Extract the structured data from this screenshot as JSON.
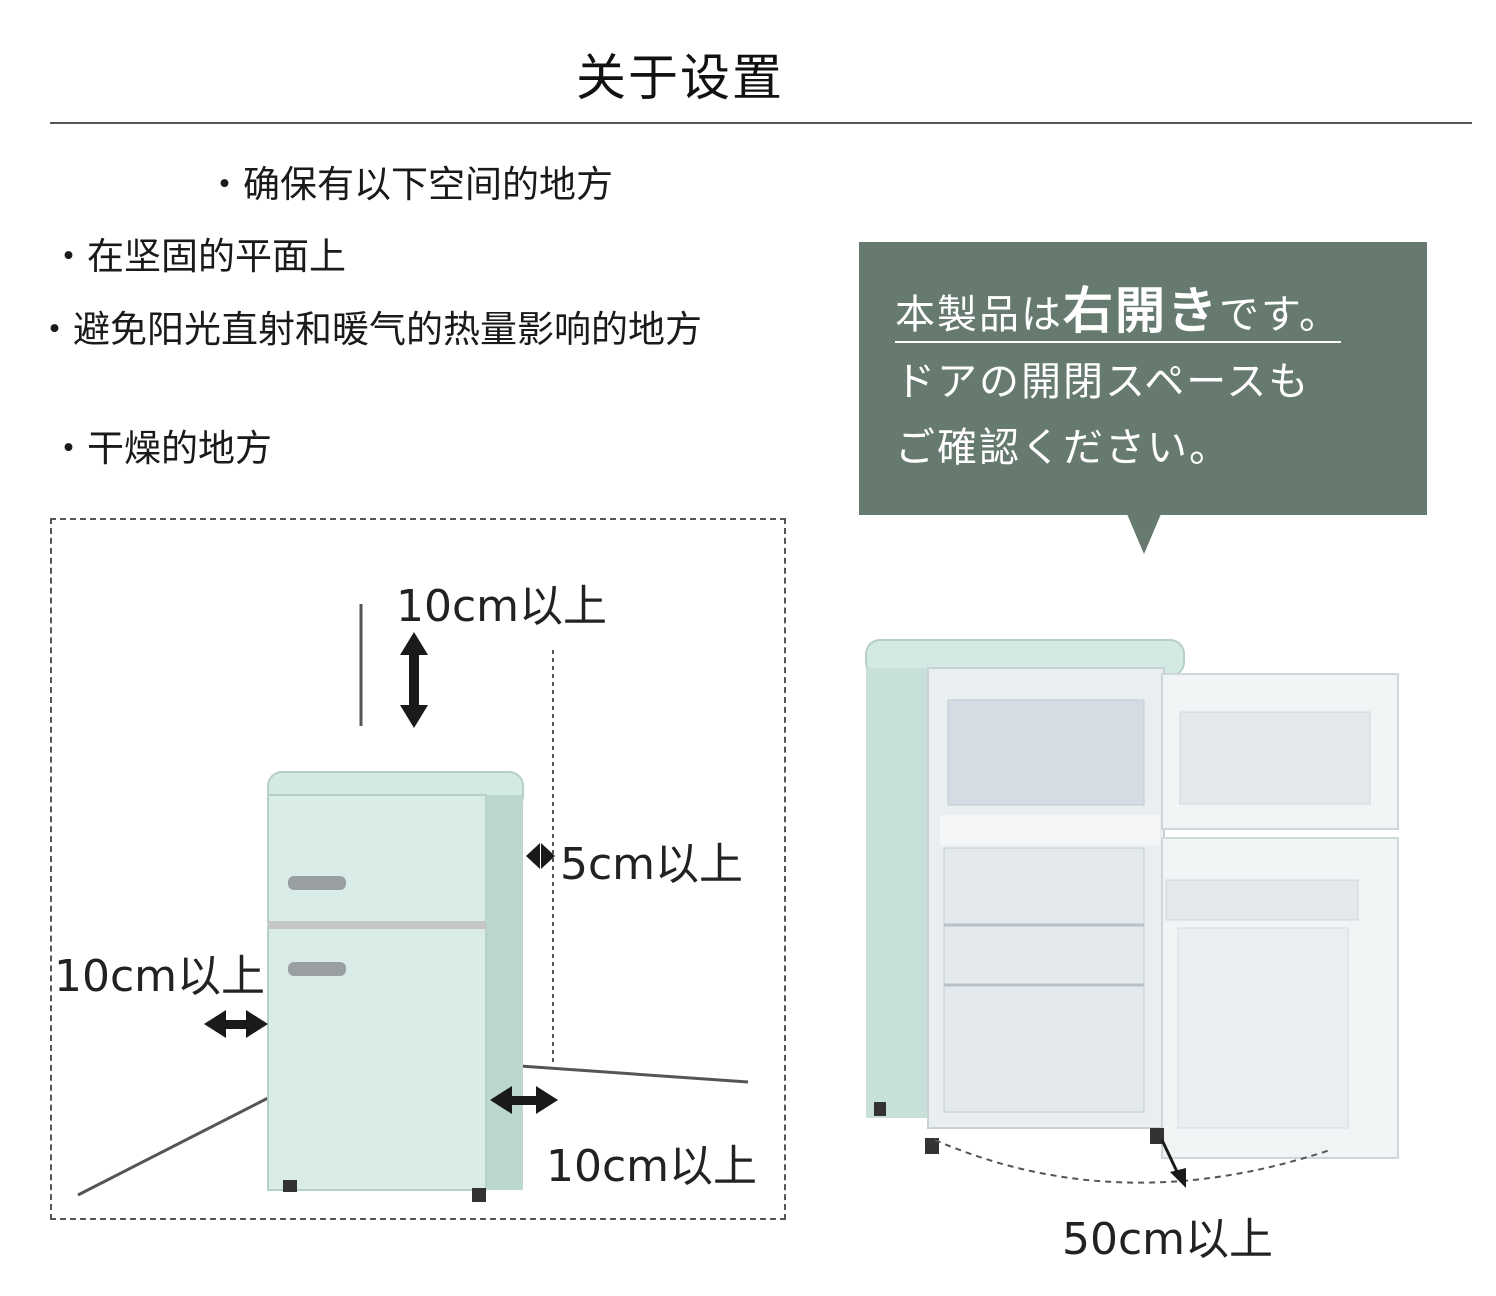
{
  "header": {
    "title": "关于设置"
  },
  "requirements": {
    "intro": "・确保有以下空间的地方",
    "items": [
      "・在坚固的平面上",
      "・避免阳光直射和暖气的热量影响的地方",
      "・干燥的地方"
    ]
  },
  "callout": {
    "line1_prefix": "本製品は",
    "line1_bold": "右開き",
    "line1_suffix": "です。",
    "line2": "ドアの開閉スペースも",
    "line3": "ご確認ください。",
    "bg_color": "#667a70"
  },
  "clearances": {
    "top": "10cm以上",
    "right": "5cm以上",
    "left": "10cm以上",
    "back": "10cm以上",
    "door": "50cm以上"
  },
  "colors": {
    "fridge_body": "#d9ece8",
    "fridge_shadow": "#bcd6d0",
    "accent": "#667a70"
  }
}
